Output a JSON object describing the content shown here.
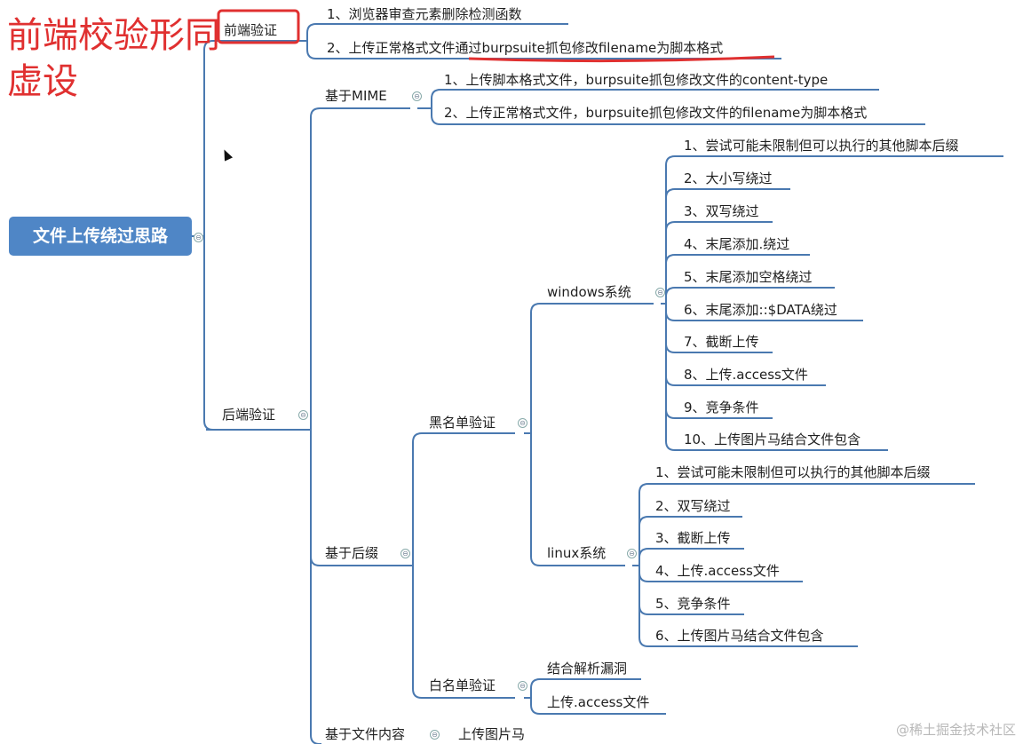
{
  "annotation": "前端校验形同虚设",
  "root": "文件上传绕过思路",
  "frontend": {
    "label": "前端验证",
    "items": [
      "1、浏览器审查元素删除检测函数",
      "2、上传正常格式文件通过burpsuite抓包修改filename为脚本格式"
    ]
  },
  "backend": {
    "label": "后端验证",
    "mime": {
      "label": "基于MIME",
      "items": [
        "1、上传脚本格式文件，burpsuite抓包修改文件的content-type",
        "2、上传正常格式文件，burpsuite抓包修改文件的filename为脚本格式"
      ]
    },
    "suffix": {
      "label": "基于后缀",
      "blacklist": {
        "label": "黑名单验证",
        "windows": {
          "label": "windows系统",
          "items": [
            "1、尝试可能未限制但可以执行的其他脚本后缀",
            "2、大小写绕过",
            "3、双写绕过",
            "4、末尾添加.绕过",
            "5、末尾添加空格绕过",
            "6、末尾添加::$DATA绕过",
            "7、截断上传",
            "8、上传.access文件",
            "9、竞争条件",
            "10、上传图片马结合文件包含"
          ]
        },
        "linux": {
          "label": "linux系统",
          "items": [
            "1、尝试可能未限制但可以执行的其他脚本后缀",
            "2、双写绕过",
            "3、截断上传",
            "4、上传.access文件",
            "5、竞争条件",
            "6、上传图片马结合文件包含"
          ]
        }
      },
      "whitelist": {
        "label": "白名单验证",
        "items": [
          "结合解析漏洞",
          "上传.access文件"
        ]
      }
    },
    "content": {
      "label": "基于文件内容",
      "items": [
        "上传图片马"
      ]
    }
  },
  "watermark": "@稀土掘金技术社区",
  "colors": {
    "line": "#4a79b0",
    "root_bg": "#4f86c6",
    "annotation": "#e03030"
  }
}
